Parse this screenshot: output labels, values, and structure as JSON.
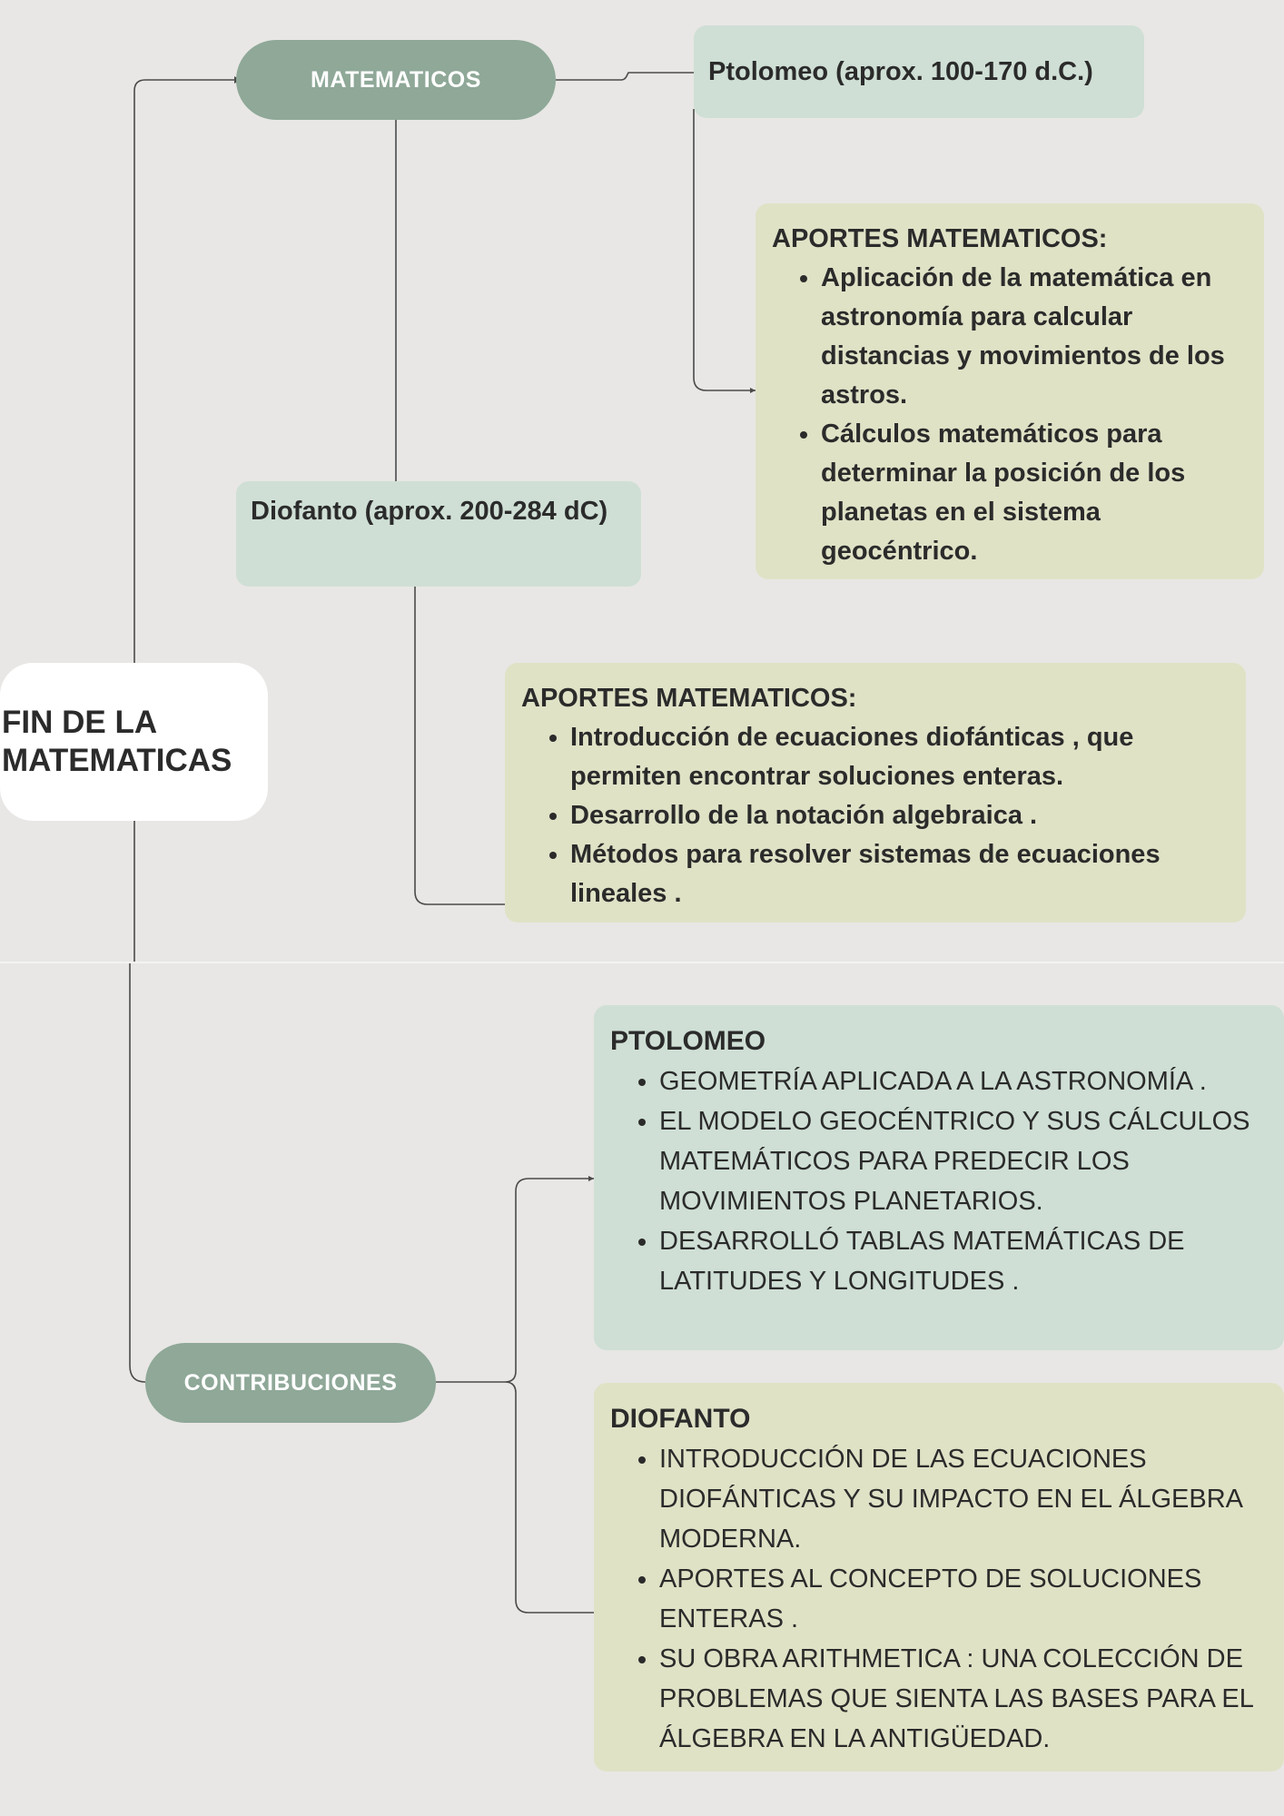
{
  "root": {
    "title_line1": "FIN DE LA",
    "title_line2": "MATEMATICAS"
  },
  "nodes": {
    "matematicos": "MATEMATICOS",
    "contribuciones": "CONTRIBUCIONES",
    "ptolomeo_name": "Ptolomeo (aprox. 100-170 d.C.)",
    "diofanto_name": "Diofanto (aprox. 200-284 dC)"
  },
  "ptolomeo_aportes": {
    "title": "APORTES MATEMATICOS:",
    "items": [
      "Aplicación de la matemática en astronomía para calcular distancias y movimientos de los astros.",
      "Cálculos matemáticos para determinar la posición de los planetas en el sistema geocéntrico."
    ]
  },
  "diofanto_aportes": {
    "title": "APORTES MATEMATICOS:",
    "items": [
      "Introducción de ecuaciones diofánticas , que permiten encontrar soluciones enteras.",
      "Desarrollo de la notación algebraica .",
      "Métodos para resolver sistemas de ecuaciones lineales ."
    ]
  },
  "contrib_ptolomeo": {
    "title": "PTOLOMEO",
    "items": [
      "GEOMETRÍA APLICADA A LA ASTRONOMÍA .",
      "EL MODELO GEOCÉNTRICO Y SUS CÁLCULOS MATEMÁTICOS PARA PREDECIR LOS MOVIMIENTOS PLANETARIOS.",
      "DESARROLLÓ TABLAS MATEMÁTICAS DE LATITUDES Y LONGITUDES ."
    ]
  },
  "contrib_diofanto": {
    "title": "DIOFANTO",
    "items": [
      "INTRODUCCIÓN DE LAS ECUACIONES DIOFÁNTICAS Y SU IMPACTO EN EL ÁLGEBRA MODERNA.",
      "APORTES AL CONCEPTO DE SOLUCIONES ENTERAS .",
      "SU OBRA ARITHMETICA : UNA COLECCIÓN DE PROBLEMAS QUE SIENTA LAS BASES PARA EL ÁLGEBRA EN LA ANTIGÜEDAD."
    ]
  },
  "colors": {
    "background": "#e8e7e5",
    "pill": "#8fa898",
    "teal_box": "#cfdfd5",
    "olive_box": "#e0e2c6",
    "connector": "#4a4a4a"
  }
}
